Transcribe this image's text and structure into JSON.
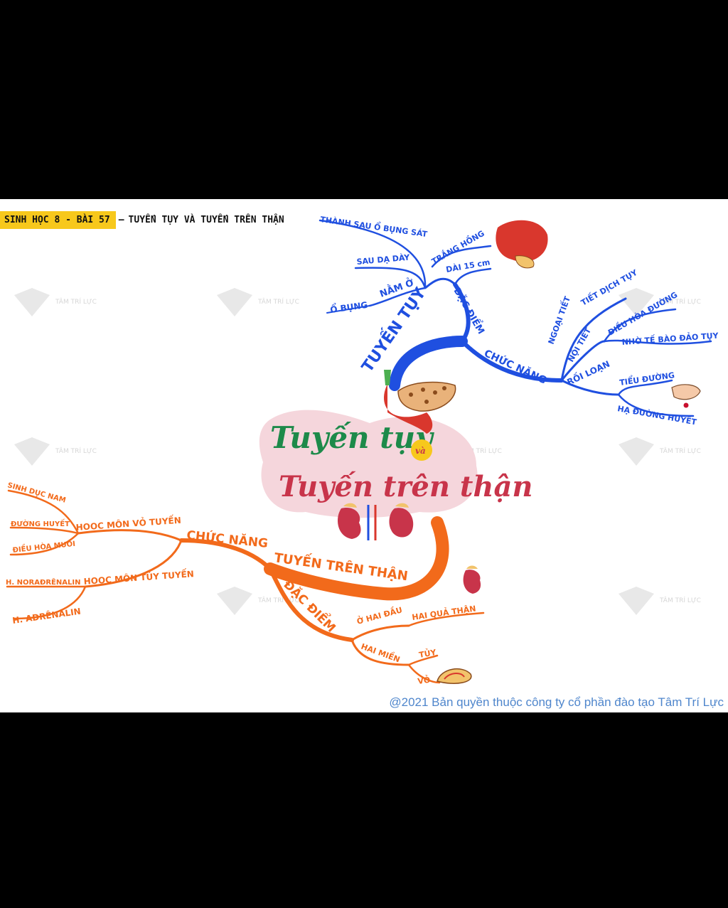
{
  "header": {
    "badge": "SINH HỌC 8 - BÀI 57",
    "separator": "–",
    "title": "TUYẾN TỤY VÀ TUYẾN TRÊN THẬN"
  },
  "center": {
    "line1": "Tuyến tụy",
    "connector": "và",
    "line2": "Tuyến trên thận"
  },
  "pancreas_branch": {
    "main": "TUYẾN TỤY",
    "features": {
      "label": "ĐẶC ĐIỂM",
      "location": "NẰM Ở",
      "location_items": [
        "THÀNH SAU Ổ BỤNG SÁT",
        "SAU DẠ DÀY",
        "Ổ BỤNG"
      ],
      "color": "TRẮNG HỒNG",
      "length": "DÀI 15 cm"
    },
    "functions": {
      "label": "CHỨC NĂNG",
      "exocrine": "NGOẠI TIẾT",
      "exocrine_item": "TIẾT DỊCH TỤY",
      "endocrine": "NỘI TIẾT",
      "endocrine_items": [
        "ĐIỀU HÒA ĐƯỜNG",
        "NHỜ TẾ BÀO ĐẢO TỤY"
      ],
      "disorder": "RỐI LOẠN",
      "disorder_items": [
        "TIỂU ĐƯỜNG",
        "HẠ ĐƯỜNG HUYẾT"
      ]
    }
  },
  "adrenal_branch": {
    "main": "TUYẾN TRÊN THẬN",
    "functions": {
      "label": "CHỨC NĂNG",
      "cortex": "HOOC MÔN VỎ TUYẾN",
      "cortex_items": [
        "SINH DỤC NAM",
        "ĐƯỜNG HUYẾT",
        "ĐIỀU HÒA MUỐI"
      ],
      "medulla": "HOOC MÔN TỦY TUYẾN",
      "medulla_items": [
        "H. NORAĐRÊNALIN",
        "H. AĐRÊNALIN"
      ]
    },
    "features": {
      "label": "ĐẶC ĐIỂM",
      "position": "Ở HAI ĐẦU",
      "position_item": "HAI QUẢ THẬN",
      "zones": "HAI MIỀN",
      "zone_items": [
        "TỦY",
        "VỎ"
      ]
    }
  },
  "watermark": "TÂM TRÍ LỰC",
  "copyright": "@2021 Bản quyền thuộc công ty cổ phần đào tạo Tâm Trí Lực",
  "colors": {
    "pancreas": "#1f4fe0",
    "adrenal": "#f26a1b",
    "badge": "#f7c81c",
    "blob": "#f5d6dc"
  }
}
